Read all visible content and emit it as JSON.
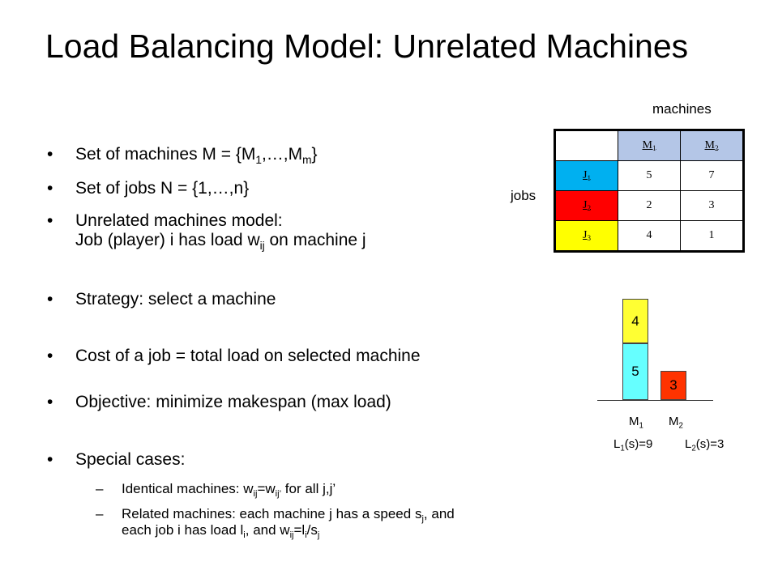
{
  "title": "Load Balancing Model: Unrelated Machines",
  "bullets": {
    "b1_pre": "Set of machines M = {M",
    "b1_s1": "1",
    "b1_mid": ",…,M",
    "b1_s2": "m",
    "b1_post": "}",
    "b2": "Set of jobs N = {1,…,n}",
    "b3_line1": "Unrelated machines model:",
    "b3_line2_pre": "Job (player) i has load w",
    "b3_line2_sub": "ij",
    "b3_line2_post": " on machine j",
    "b4": "Strategy: select a machine",
    "b5": "Cost of a job = total load on selected machine",
    "b6": "Objective: minimize makespan (max load)",
    "b7": "Special cases:",
    "s1_pre": "Identical machines: w",
    "s1_sub1": "ij",
    "s1_mid": "=w",
    "s1_sub2": "ij’",
    "s1_post": " for all j,j’",
    "s2_l1_pre": "Related machines: each machine j has a speed s",
    "s2_l1_sub": "j",
    "s2_l1_post": ", and",
    "s2_l2_a": "each job i has load l",
    "s2_l2_sub1": "i",
    "s2_l2_b": ", and w",
    "s2_l2_sub2": "ij",
    "s2_l2_c": "=l",
    "s2_l2_sub3": "i",
    "s2_l2_d": "/s",
    "s2_l2_sub4": "j",
    "bullet_char": "•",
    "dash_char": "–"
  },
  "matrix": {
    "col_label": "machines",
    "row_label": "jobs",
    "headers": [
      {
        "name": "M",
        "sub": "1"
      },
      {
        "name": "M",
        "sub": "2"
      }
    ],
    "rows": [
      {
        "name": "J",
        "sub": "1",
        "values": [
          "5",
          "7"
        ],
        "color": "#00b0f0"
      },
      {
        "name": "J",
        "sub": "2",
        "values": [
          "2",
          "3"
        ],
        "color": "#ff0000"
      },
      {
        "name": "J",
        "sub": "3",
        "values": [
          "4",
          "1"
        ],
        "color": "#ffff00"
      }
    ]
  },
  "assignment": {
    "bars": [
      {
        "label": "5",
        "color": "#66ffff",
        "machine": "M1"
      },
      {
        "label": "4",
        "color": "#ffff33",
        "machine": "M1"
      },
      {
        "label": "3",
        "color": "#ff3300",
        "machine": "M2"
      }
    ],
    "machine_labels": [
      {
        "name": "M",
        "sub": "1"
      },
      {
        "name": "M",
        "sub": "2"
      }
    ],
    "loads": [
      {
        "pre": "L",
        "sub": "1",
        "post": "(s)=9"
      },
      {
        "pre": "L",
        "sub": "2",
        "post": "(s)=3"
      }
    ]
  }
}
